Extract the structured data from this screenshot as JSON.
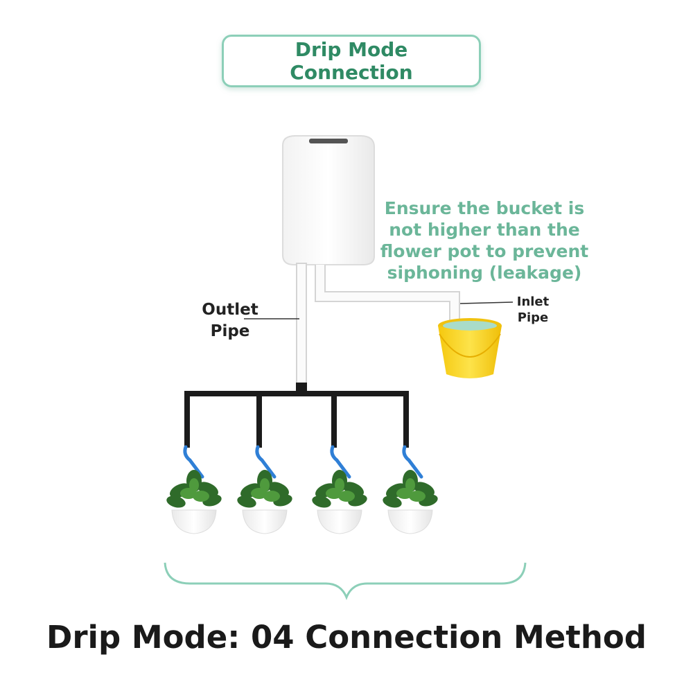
{
  "header": {
    "line1": "Drip Mode",
    "line2": "Connection"
  },
  "warning": {
    "line1": "Ensure the bucket is",
    "line2": "not higher than the",
    "line3": "flower pot to prevent",
    "line4": "siphoning (leakage)"
  },
  "labels": {
    "outlet_line1": "Outlet",
    "outlet_line2": "Pipe",
    "inlet_line1": "Inlet",
    "inlet_line2": "Pipe"
  },
  "footer": {
    "title": "Drip Mode: 04 Connection Method"
  },
  "colors": {
    "accent_green": "#2f8a64",
    "warning_green": "#6bb699",
    "border_green": "#8ccfb8",
    "bucket_yellow": "#f7d51c",
    "dripper_blue": "#2f7fd6",
    "tube_black": "#1b1b1b"
  },
  "pots": [
    {
      "name": "pot-1"
    },
    {
      "name": "pot-2"
    },
    {
      "name": "pot-3"
    },
    {
      "name": "pot-4"
    }
  ]
}
